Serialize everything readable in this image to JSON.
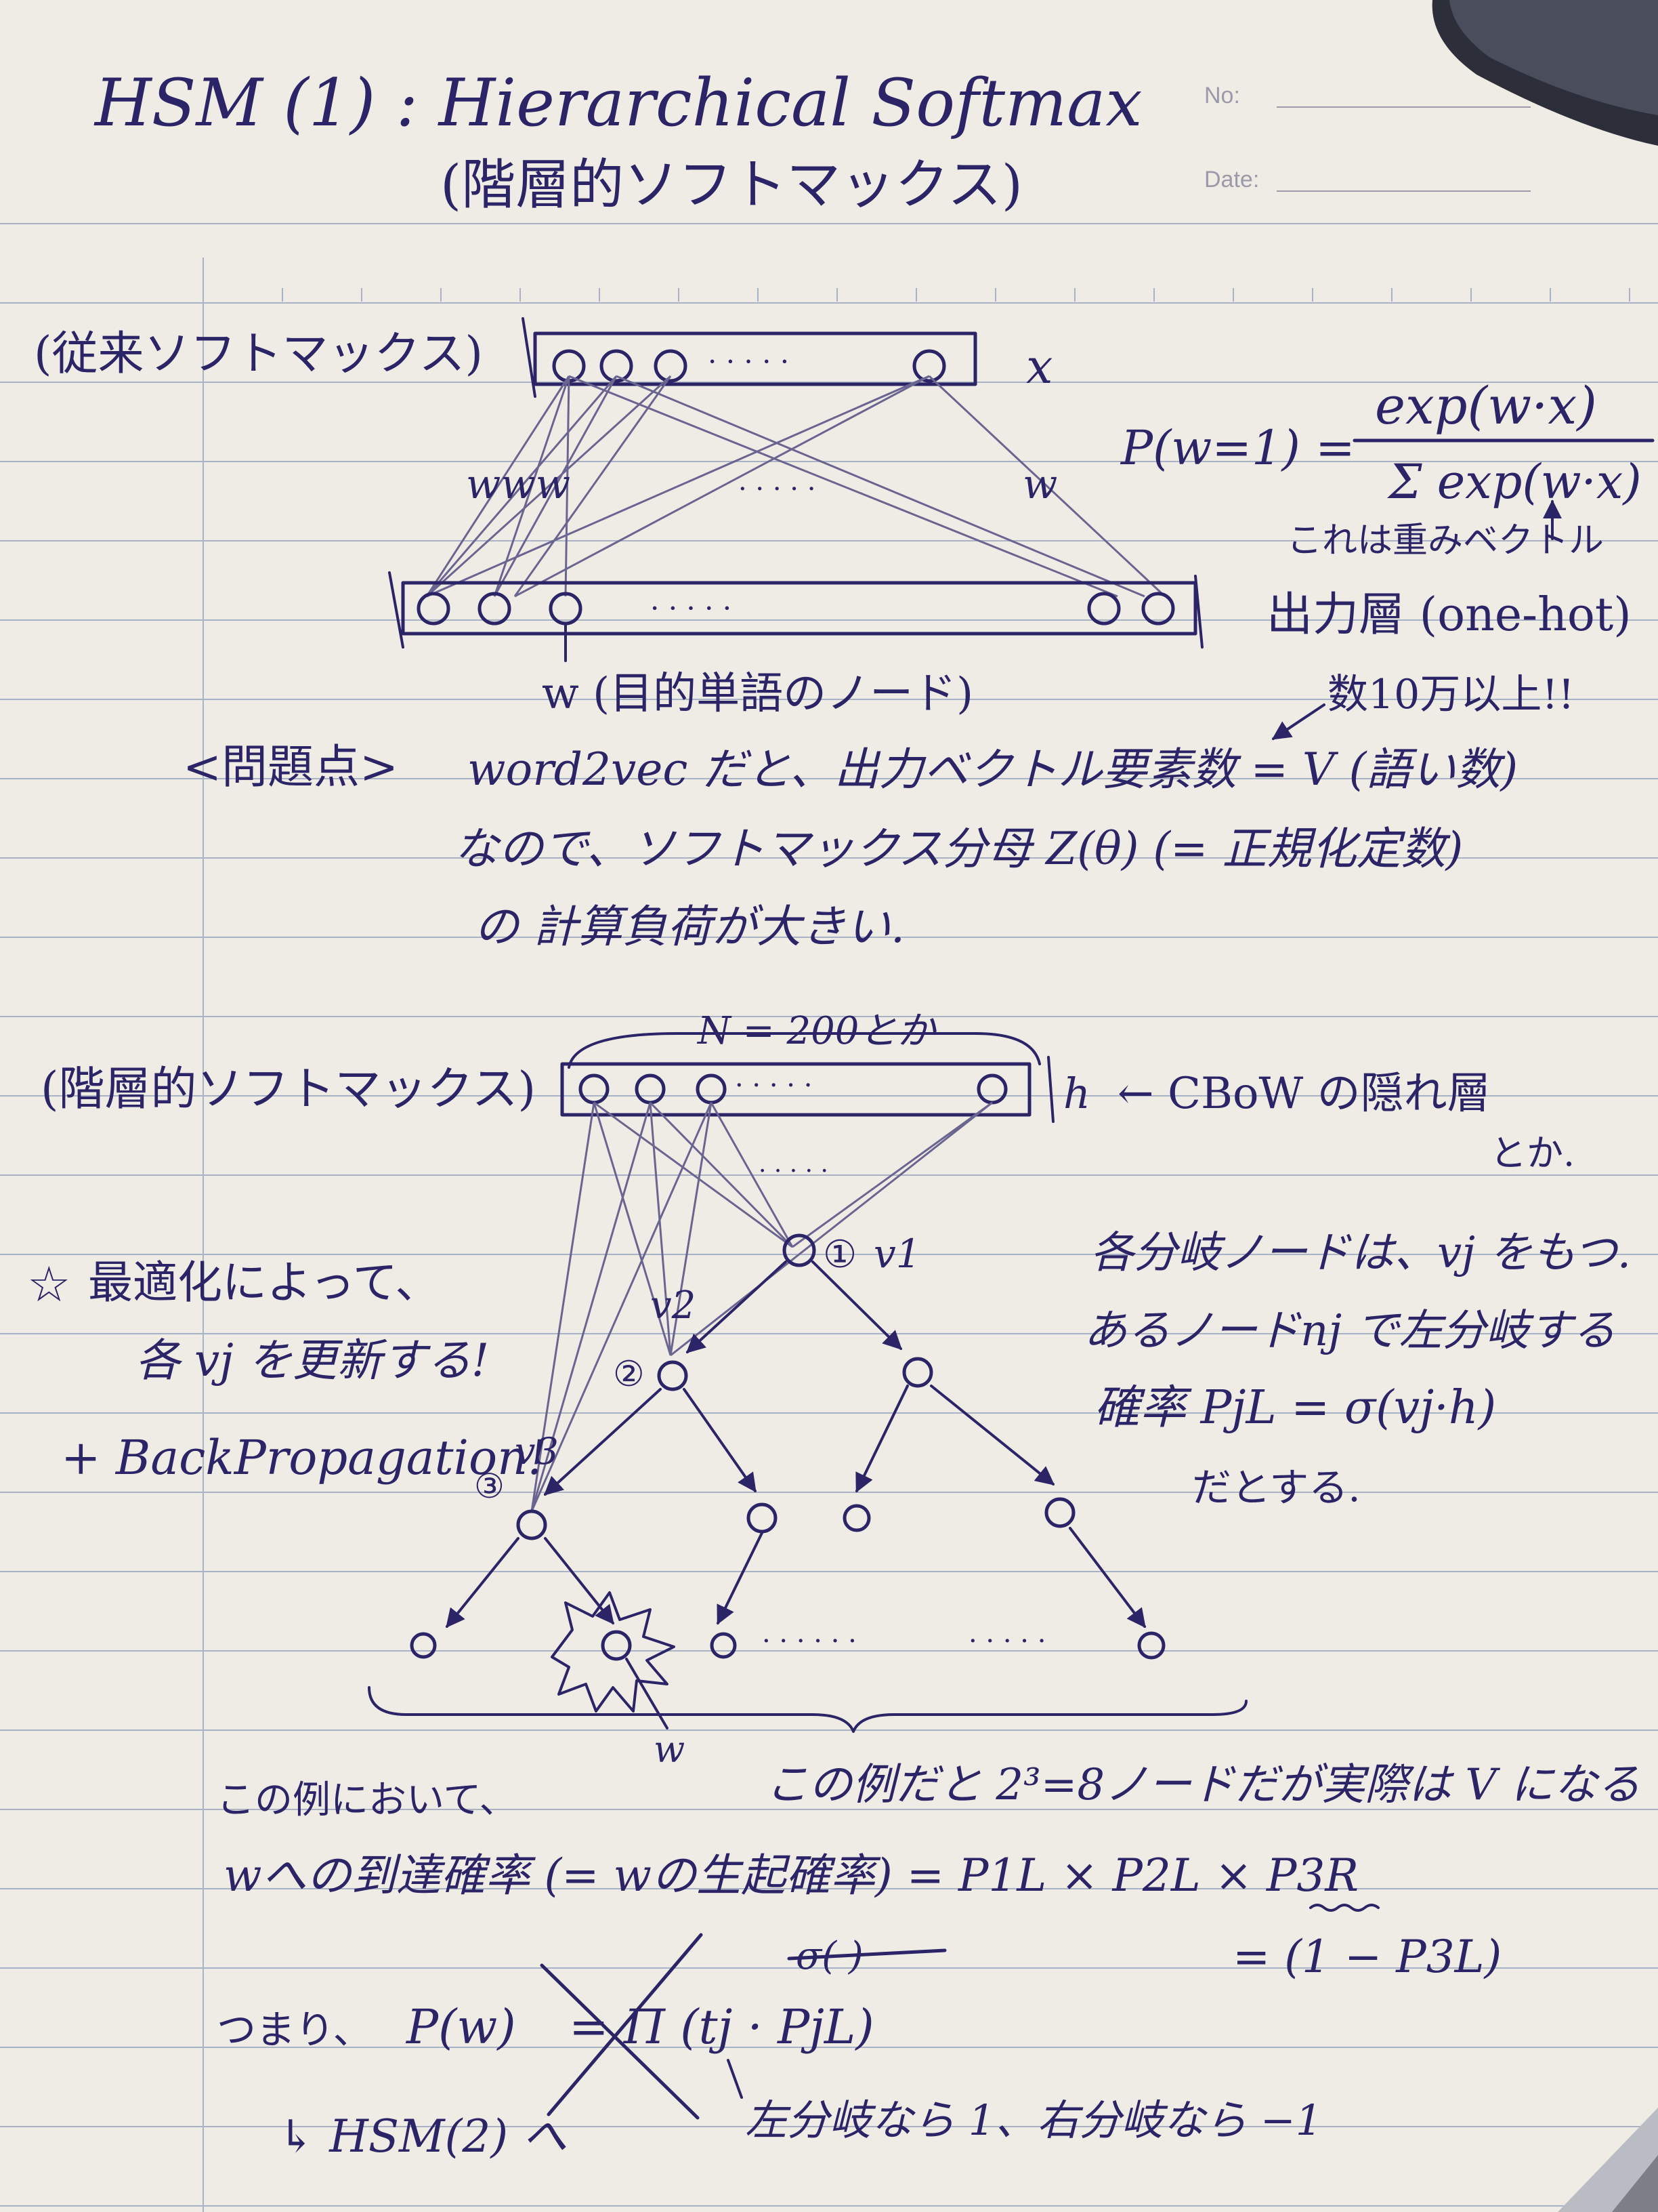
{
  "colors": {
    "paper": "#efece5",
    "ink": "#2b2466",
    "rule": "#aab3c6"
  },
  "title": {
    "line1": "HSM (1) : Hierarchical Softmax",
    "line2": "(階層的ソフトマックス)"
  },
  "form": {
    "no_label": "No:",
    "date_label": "Date:"
  },
  "conventional": {
    "heading": "(従来ソフトマックス)",
    "input_label": "x",
    "weights_label": "www",
    "weight_label": "w",
    "dots": "· · · · ·",
    "formula_lhs": "P(w=1) =",
    "formula_num": "exp(w·x)",
    "formula_den": "Σ exp(w·x)",
    "note_weight": "これは重みベクトル",
    "output_layer": "出力層 (one-hot)",
    "target_node": "w (目的単語のノード)",
    "over_100k": "数10万以上!!"
  },
  "problem": {
    "label": "<問題点>",
    "line1": "word2vec だと、出力ベクトル要素数 = V (語い数)",
    "line2": "なので、ソフトマックス分母 Z(θ) (= 正規化定数)",
    "line3": "の 計算負荷が大きい."
  },
  "hierarchical": {
    "heading": "(階層的ソフトマックス)",
    "n_label": "N = 200とか",
    "input_label": "h",
    "cbow_note_1": "← CBoW の隠れ層",
    "cbow_note_2": "とか.",
    "node1": "①",
    "node1_vec": "v1",
    "node2": "②",
    "node2_vec": "v2",
    "node3": "③",
    "node3_vec": "v3",
    "leaf_target": "w",
    "dots_mid": "· · · · ·",
    "dots_leaves_1": "· · · · · ·",
    "dots_leaves_2": "· · · · ·",
    "opt_star": "☆",
    "opt_line1": "最適化によって、",
    "opt_line2": "各 vj を更新する!",
    "opt_line3": "+ BackPropagation!",
    "branch_line1": "各分岐ノードは、vj をもつ.",
    "branch_line2": "あるノードnj で左分岐する",
    "branch_line3": "確率 PjL = σ(vj·h)",
    "branch_line4": "だとする."
  },
  "example": {
    "nodes_note": "この例だと 2³=8ノードだが実際は V になる",
    "intro": "この例において、",
    "reach_line": "wへの到達確率 (= wの生起確率) = P1L × P2L × P3R",
    "p3r_equals": "= (1 − P3L)",
    "strike_text": "σ(  )",
    "tsumari": "つまり、",
    "pw": "P(w)",
    "product_expr": "= Π (tj · PjL)",
    "t_note": "左分岐なら 1、右分岐なら −1",
    "next_link": "↳ HSM(2) へ"
  }
}
